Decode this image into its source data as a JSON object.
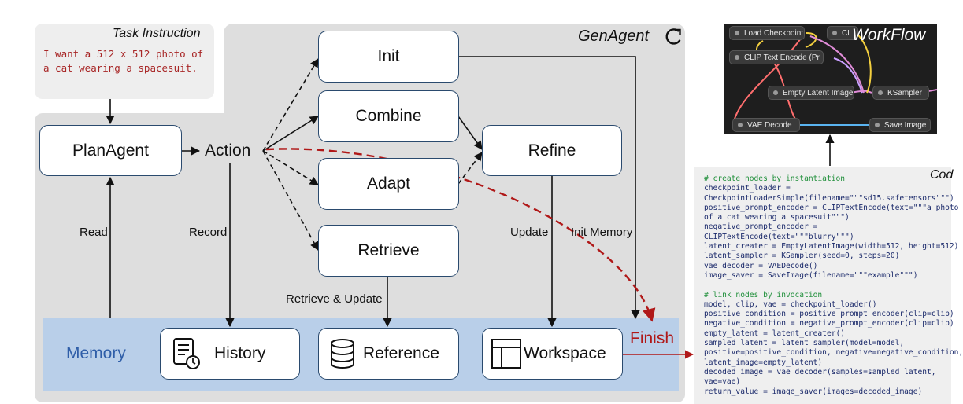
{
  "task": {
    "title": "Task Instruction",
    "text_line1": "I want a 512 x 512 photo of",
    "text_line2": "a cat wearing a spacesuit."
  },
  "genagent": {
    "title": "GenAgent"
  },
  "boxes": {
    "planagent": "PlanAgent",
    "action": "Action",
    "init": "Init",
    "combine": "Combine",
    "adapt": "Adapt",
    "retrieve": "Retrieve",
    "refine": "Refine"
  },
  "labels": {
    "read": "Read",
    "record": "Record",
    "retrieve_update": "Retrieve & Update",
    "update": "Update",
    "init_memory": "Init Memory",
    "finish": "Finish"
  },
  "memory": {
    "title": "Memory",
    "history": "History",
    "reference": "Reference",
    "workspace": "Workspace"
  },
  "workflow": {
    "title": "WorkFlow",
    "nodes": {
      "load_checkpoint": "Load Checkpoint",
      "clip_cut": "CL",
      "clip_text": "CLIP Text Encode (Pr",
      "empty_latent": "Empty Latent Image",
      "ksampler": "KSampler",
      "vae_decode": "VAE Decode",
      "save_image": "Save Image"
    }
  },
  "code": {
    "title": "Cod",
    "lines": [
      {
        "t": "# create nodes by instantiation",
        "c": true
      },
      {
        "t": "checkpoint_loader =",
        "c": false
      },
      {
        "t": "CheckpointLoaderSimple(filename=\"\"\"sd15.safetensors\"\"\")",
        "c": false
      },
      {
        "t": "positive_prompt_encoder = CLIPTextEncode(text=\"\"\"a photo",
        "c": false
      },
      {
        "t": "of a cat wearing a spacesuit\"\"\")",
        "c": false
      },
      {
        "t": "negative_prompt_encoder =",
        "c": false
      },
      {
        "t": "CLIPTextEncode(text=\"\"\"blurry\"\"\")",
        "c": false
      },
      {
        "t": "latent_creater = EmptyLatentImage(width=512, height=512)",
        "c": false
      },
      {
        "t": "latent_sampler = KSampler(seed=0, steps=20)",
        "c": false
      },
      {
        "t": "vae_decoder = VAEDecode()",
        "c": false
      },
      {
        "t": "image_saver = SaveImage(filename=\"\"\"example\"\"\")",
        "c": false
      },
      {
        "t": "",
        "c": false
      },
      {
        "t": "# link nodes by invocation",
        "c": true
      },
      {
        "t": "model, clip, vae = checkpoint_loader()",
        "c": false
      },
      {
        "t": "positive_condition = positive_prompt_encoder(clip=clip)",
        "c": false
      },
      {
        "t": "negative_condition = negative_prompt_encoder(clip=clip)",
        "c": false
      },
      {
        "t": "empty_latent = latent_creater()",
        "c": false
      },
      {
        "t": "sampled_latent = latent_sampler(model=model,",
        "c": false
      },
      {
        "t": "positive=positive_condition, negative=negative_condition,",
        "c": false
      },
      {
        "t": "latent_image=empty_latent)",
        "c": false
      },
      {
        "t": "decoded_image = vae_decoder(samples=sampled_latent,",
        "c": false
      },
      {
        "t": "vae=vae)",
        "c": false
      },
      {
        "t": "return_value = image_saver(images=decoded_image)",
        "c": false
      }
    ]
  },
  "colors": {
    "memory_bg": "#b9cfe9",
    "memory_text": "#2f5ea8",
    "finish": "#b01818",
    "panel": "#dedede",
    "code_comment": "#1f8f3a",
    "code_text": "#1b2a6b"
  },
  "icons": {
    "genagent": "refresh-icon",
    "history": "document-clock-icon",
    "reference": "database-icon",
    "workspace": "layout-panel-icon"
  }
}
